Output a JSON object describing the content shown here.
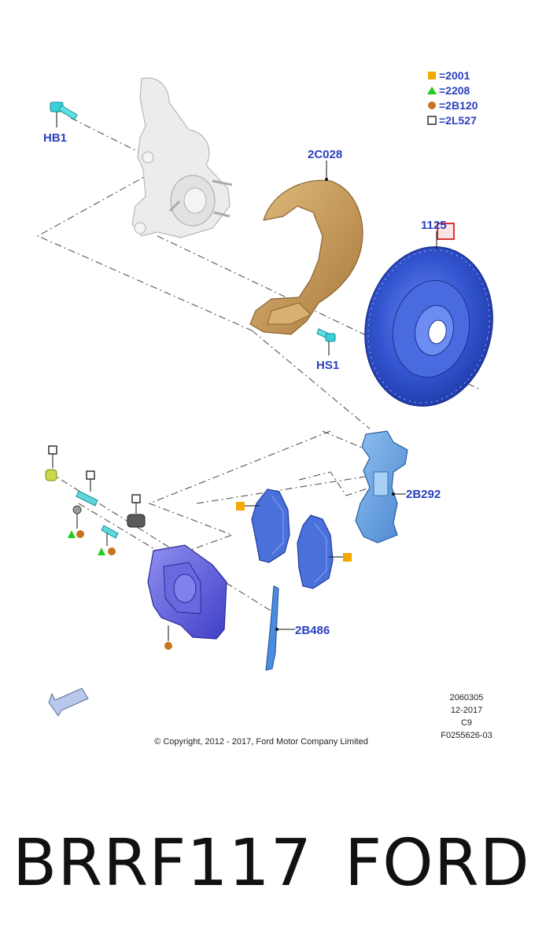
{
  "legend": [
    {
      "symbol": "square-filled",
      "color": "#f5a800",
      "code": "=2001"
    },
    {
      "symbol": "triangle",
      "color": "#22cc22",
      "code": "=2208"
    },
    {
      "symbol": "circle",
      "color": "#c8731f",
      "code": "=2B120"
    },
    {
      "symbol": "square-outline",
      "color": "#000000",
      "code": "=2L527"
    }
  ],
  "parts": {
    "hb1": "HB1",
    "shield": "2C028",
    "disc": "1125",
    "hs1": "HS1",
    "bracket": "2B292",
    "clip": "2B486"
  },
  "info": {
    "line1": "2060305",
    "line2": "12-2017",
    "line3": "C9",
    "line4": "F0255626-03"
  },
  "copyright": "© Copyright, 2012 - 2017, Ford Motor Company Limited",
  "caption": {
    "part_number": "BRRF117",
    "brand": "FORD"
  },
  "colors": {
    "label_blue": "#2b3fbf",
    "part_blue": "#3d5fd6",
    "shield_gold": "#c79a55",
    "knuckle_gray": "#e8e8e8"
  },
  "icons": [
    "front-direction-arrow-icon"
  ]
}
